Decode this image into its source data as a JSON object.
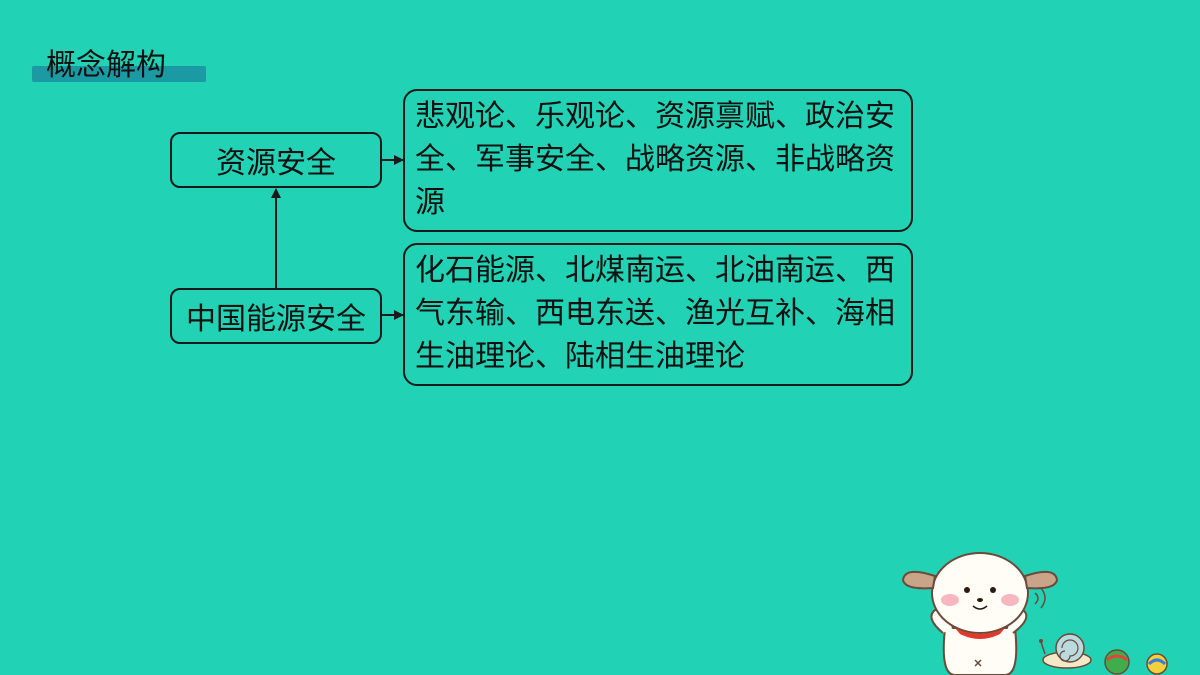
{
  "header": {
    "title": "概念解构"
  },
  "nodes": {
    "resource_security": "资源安全",
    "china_energy_security": "中国能源安全"
  },
  "details": {
    "resource_security_concepts": "悲观论、乐观论、资源禀赋、政治安全、军事安全、战略资源、非战略资源",
    "energy_security_concepts": "化石能源、北煤南运、北油南运、西气东输、西电东送、渔光互补、海相生油理论、陆相生油理论"
  },
  "colors": {
    "background": "#22d2b4",
    "title_bar": "#1b9aa4",
    "border": "#1a1a1a"
  }
}
